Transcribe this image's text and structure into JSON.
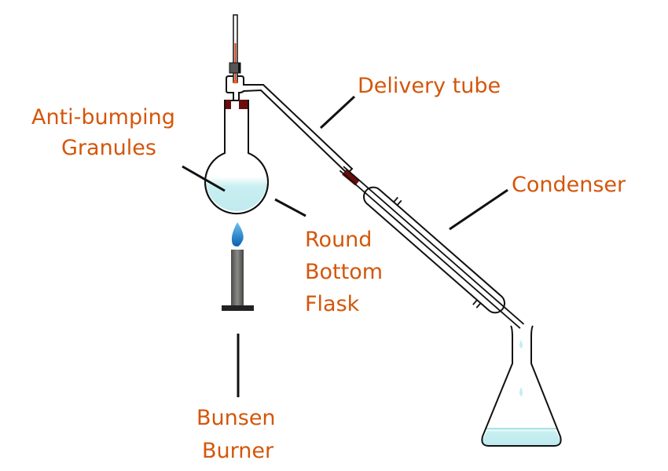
{
  "title": "Distillation apparatus",
  "labels": {
    "delivery_tube": "Delivery tube",
    "anti_bumping_1": "Anti-bumping",
    "anti_bumping_2": "Granules",
    "round_bottom_1": "Round",
    "round_bottom_2": "Bottom",
    "round_bottom_3": "Flask",
    "condenser": "Condenser",
    "bunsen_1": "Bunsen",
    "bunsen_2": "Burner"
  },
  "colors": {
    "label": "#d4560a",
    "stopper": "#6b0d0d",
    "liquid": "#c4eef0",
    "flame": "#1a7fd0"
  }
}
